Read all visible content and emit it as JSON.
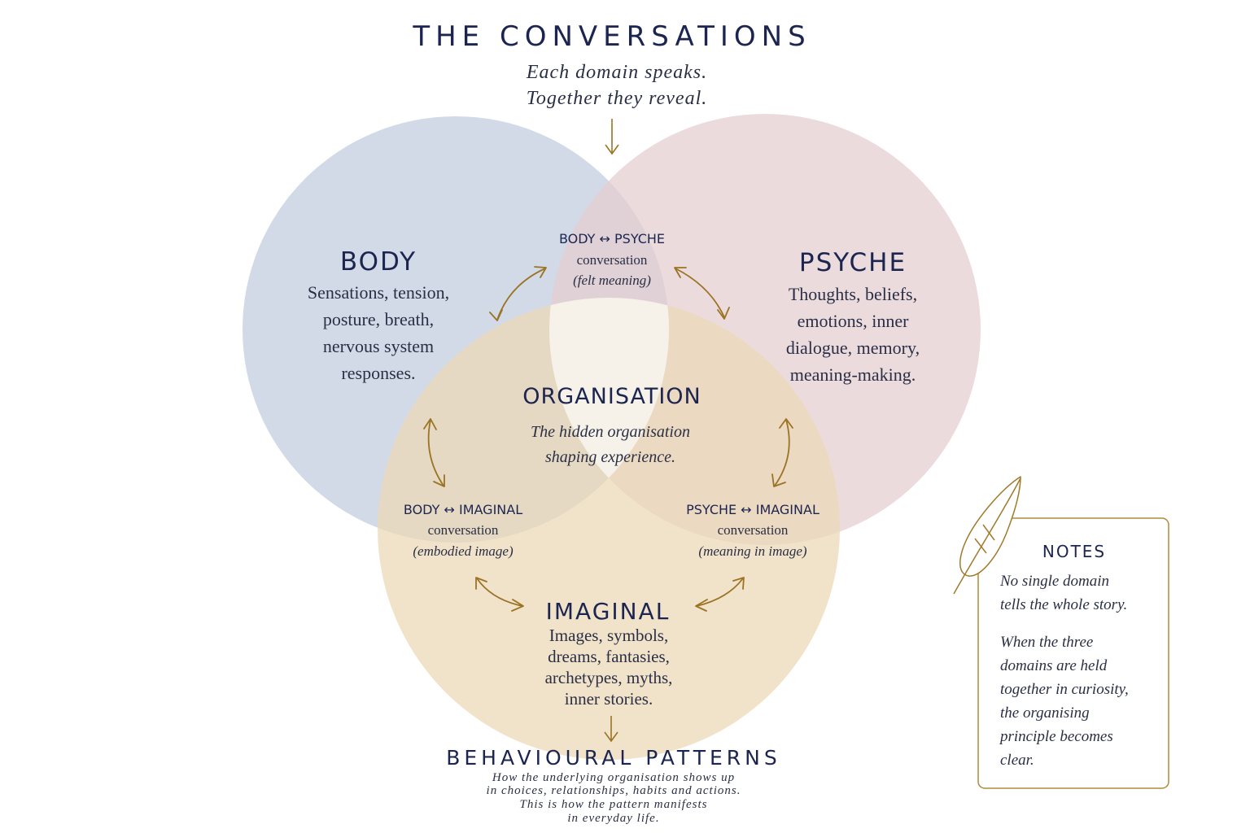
{
  "title": "THE CONVERSATIONS",
  "subtitle": [
    "Each domain speaks.",
    "Together they reveal."
  ],
  "colors": {
    "navy": "#1c2550",
    "gold": "#9a7424",
    "body_circle": "#c6cfe0",
    "psyche_circle": "#e3cdd0",
    "imaginal_circle": "#ecd8b6",
    "center": "#f6f2ea"
  },
  "domains": {
    "body": {
      "title": "BODY",
      "lines": [
        "Sensations, tension,",
        "posture, breath,",
        "nervous system",
        "responses."
      ]
    },
    "psyche": {
      "title": "PSYCHE",
      "lines": [
        "Thoughts, beliefs,",
        "emotions, inner",
        "dialogue, memory,",
        "meaning-making."
      ]
    },
    "imaginal": {
      "title": "IMAGINAL",
      "lines": [
        "Images, symbols,",
        "dreams, fantasies,",
        "archetypes, myths,",
        "inner stories."
      ]
    }
  },
  "conversations": {
    "body_psyche": {
      "title": "BODY ↔ PSYCHE",
      "label": "conversation",
      "note": "(felt meaning)"
    },
    "body_imaginal": {
      "title": "BODY ↔ IMAGINAL",
      "label": "conversation",
      "note": "(embodied image)"
    },
    "psyche_imaginal": {
      "title": "PSYCHE ↔ IMAGINAL",
      "label": "conversation",
      "note": "(meaning in image)"
    }
  },
  "center": {
    "title": "ORGANISATION",
    "lines": [
      "The hidden organisation",
      "shaping experience."
    ]
  },
  "behavioural": {
    "title": "BEHAVIOURAL PATTERNS",
    "lines": [
      "How the underlying organisation shows up",
      "in choices, relationships, habits and actions.",
      "This is how the pattern manifests",
      "in everyday life."
    ]
  },
  "notes": {
    "title": "NOTES",
    "icon": "feather-icon",
    "paragraph1": [
      "No single domain",
      "tells the whole story."
    ],
    "paragraph2": [
      "When the three",
      "domains are held",
      "together in curiosity,",
      "the organising",
      "principle becomes",
      "clear."
    ]
  }
}
